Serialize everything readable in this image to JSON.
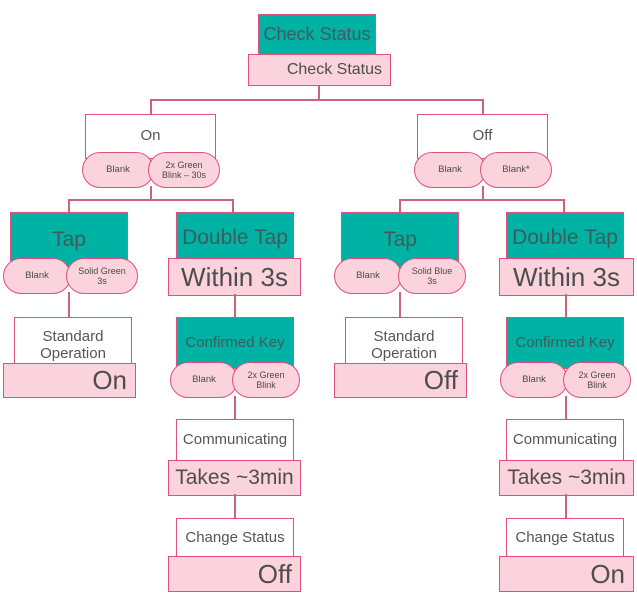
{
  "diagram": {
    "title": "Check Status decision flowchart",
    "colors": {
      "teal_header": "#00b2a4",
      "pink_fill": "#fbd3dc",
      "pink_border": "#e0507e",
      "connector": "#c9637f",
      "white_header": "#ffffff"
    },
    "root": {
      "header": "Check Status",
      "value": "Check Status"
    },
    "branches": [
      {
        "id": "on",
        "header": "On",
        "pills": [
          "Blank",
          "2x Green\nBlink – 30s"
        ],
        "pill_left": "Blank",
        "pill_right_line1": "2x Green",
        "pill_right_line2": "Blink – 30s"
      },
      {
        "id": "off",
        "header": "Off",
        "pill_left": "Blank",
        "pill_right_line1": "Blank*",
        "pill_right_line2": ""
      }
    ],
    "columns": [
      {
        "id": "on-tap",
        "header": "Tap",
        "header_style": "teal",
        "pill_left": "Blank",
        "pill_right_line1": "Solid Green",
        "pill_right_line2": "3s",
        "step2_header_line1": "Standard",
        "step2_header_line2": "Operation",
        "step2_value": "On"
      },
      {
        "id": "on-double-tap",
        "header": "Double Tap",
        "header_style": "teal",
        "value": "Within 3s",
        "step2_header": "Confirmed Key",
        "pill_left": "Blank",
        "pill_right_line1": "2x Green",
        "pill_right_line2": "Blink",
        "step3_header": "Communicating",
        "step3_value": "Takes ~3min",
        "step4_header": "Change Status",
        "step4_value": "Off"
      },
      {
        "id": "off-tap",
        "header": "Tap",
        "header_style": "teal",
        "pill_left": "Blank",
        "pill_right_line1": "Solid Blue",
        "pill_right_line2": "3s",
        "step2_header_line1": "Standard",
        "step2_header_line2": "Operation",
        "step2_value": "Off"
      },
      {
        "id": "off-double-tap",
        "header": "Double Tap",
        "header_style": "teal",
        "value": "Within 3s",
        "step2_header": "Confirmed Key",
        "pill_left": "Blank",
        "pill_right_line1": "2x Green",
        "pill_right_line2": "Blink",
        "step3_header": "Communicating",
        "step3_value": "Takes ~3min",
        "step4_header": "Change Status",
        "step4_value": "On"
      }
    ]
  }
}
